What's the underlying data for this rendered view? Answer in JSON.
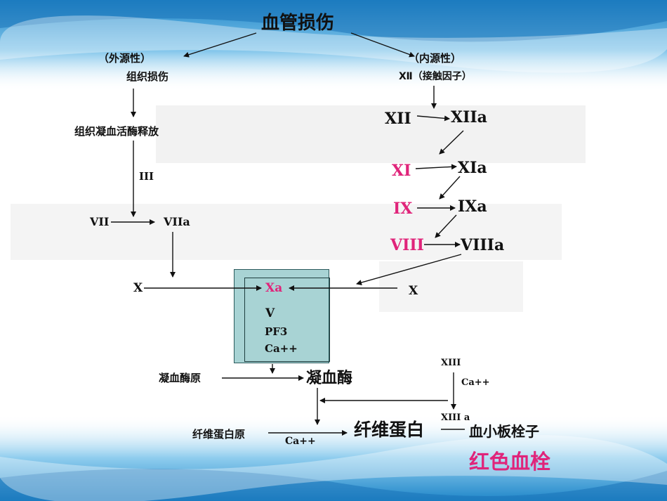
{
  "diagram": {
    "title": "血管损伤",
    "extrinsic": {
      "header": "（外源性）",
      "sub": "组织损伤",
      "release": "组织凝血活酶释放",
      "factor_iii": "III",
      "f7": "VII",
      "f7a": "VIIa"
    },
    "intrinsic": {
      "header": "（内源性）",
      "sub": "Ⅻ（接触因子）",
      "f12": "XII",
      "f12a": "XIIa",
      "f11": "XI",
      "f11a": "XIa",
      "f9": "IX",
      "f9a": "IXa",
      "f8": "VIII",
      "f8a": "VIIIa"
    },
    "common": {
      "x_left": "X",
      "x_right": "X",
      "xa": "Xa",
      "v": "V",
      "pf3": "PF3",
      "ca1": "Ca++",
      "prothrombin": "凝血酶原",
      "thrombin": "凝血酶",
      "fibrinogen": "纤维蛋白原",
      "ca2": "Ca++",
      "fibrin": "纤维蛋白",
      "platelet_plug": "血小板栓子",
      "red_thrombus": "红色血栓",
      "f13": "XIII",
      "ca3": "Ca++",
      "f13a": "XIII  a"
    },
    "colors": {
      "highlight_pink": "#e0247a",
      "box_fill": "#a8d3d4",
      "text": "#111111"
    }
  }
}
